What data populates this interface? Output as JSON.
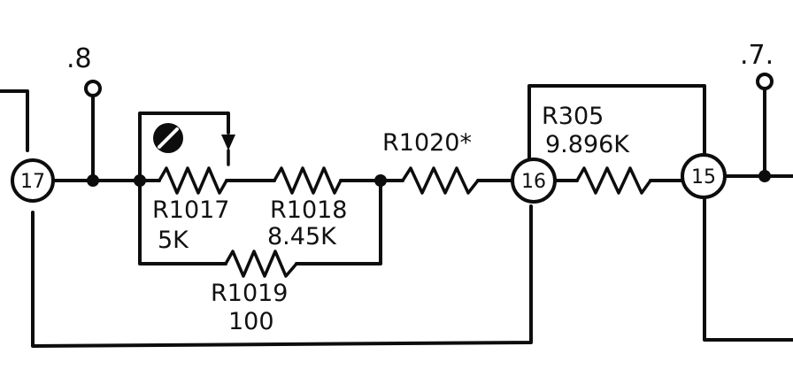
{
  "diagram": {
    "test_points": [
      {
        "id": "tp-left",
        "label": ".8"
      },
      {
        "id": "tp-right",
        "label": ".7."
      }
    ],
    "nodes": [
      {
        "id": "n17",
        "label": "17"
      },
      {
        "id": "n16",
        "label": "16"
      },
      {
        "id": "n15",
        "label": "15"
      }
    ],
    "components": {
      "r1017": {
        "ref": "R1017",
        "value": "5K",
        "kind": "potentiometer"
      },
      "r1018": {
        "ref": "R1018",
        "value": "8.45K",
        "kind": "resistor"
      },
      "r1019": {
        "ref": "R1019",
        "value": "100",
        "kind": "resistor"
      },
      "r1020": {
        "ref": "R1020*",
        "value": "",
        "kind": "resistor"
      },
      "r305": {
        "ref": "R305",
        "value": "9.896K",
        "kind": "resistor"
      }
    },
    "icons": {
      "trim_adjust": "screwdriver-slot-icon",
      "wiper": "wiper-arrow-icon",
      "test_point": "test-point-icon"
    },
    "colors": {
      "ink": "#0d0d0d",
      "paper": "#ffffff"
    }
  }
}
